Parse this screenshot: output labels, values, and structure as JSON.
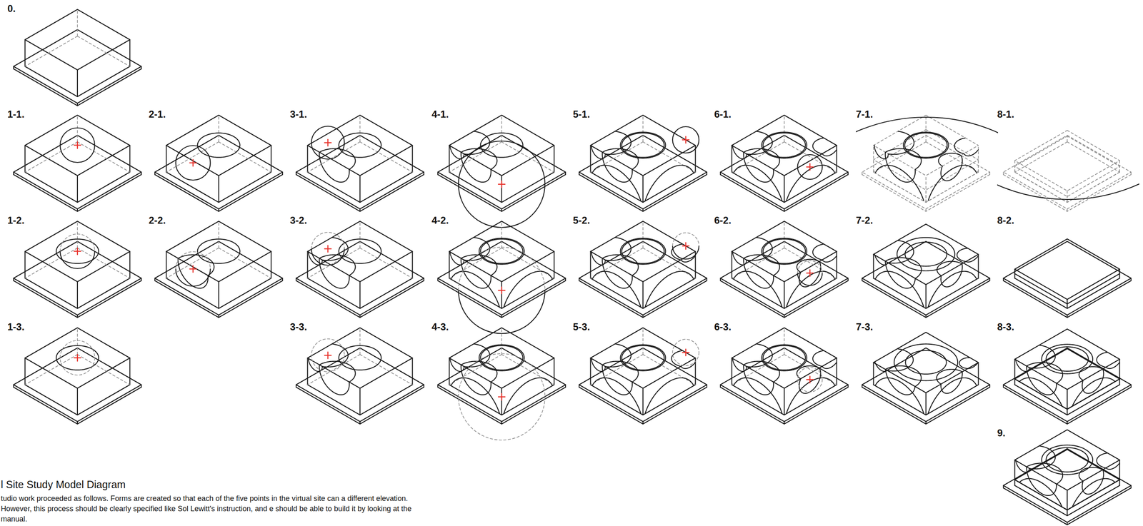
{
  "diagram": {
    "title": "l Site Study Model Diagram",
    "caption": "tudio work proceeded as follows. Forms are created so that each of the five points in the virtual site can a different elevation. However, this process should be clearly specified like Sol Lewitt's instruction, and e should be able to build it by looking at the manual.",
    "labels": [
      "0.",
      "1-1.",
      "2-1.",
      "3-1.",
      "4-1.",
      "5-1.",
      "6-1.",
      "7-1.",
      "8-1.",
      "1-2.",
      "2-2.",
      "3-2.",
      "4-2.",
      "5-2.",
      "6-2.",
      "7-2.",
      "8-2.",
      "1-3.",
      "3-3.",
      "4-3.",
      "5-3.",
      "6-3.",
      "7-3.",
      "8-3.",
      "9."
    ]
  }
}
